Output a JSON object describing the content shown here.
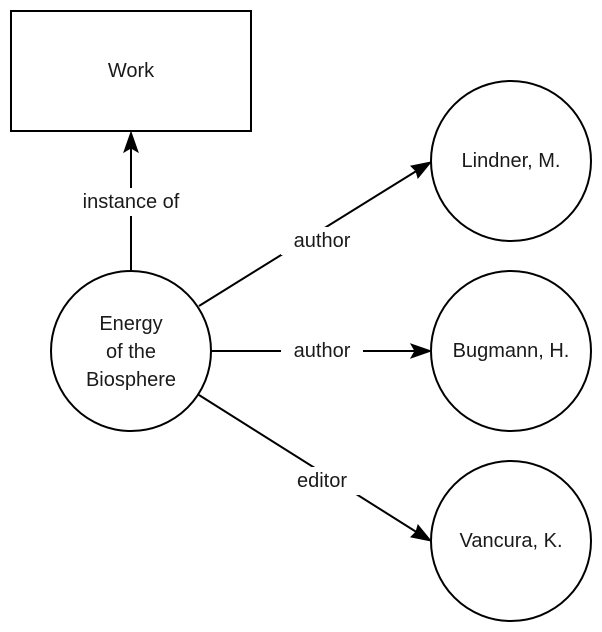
{
  "nodes": {
    "work": {
      "label": "Work",
      "shape": "rectangle"
    },
    "energy": {
      "label_lines": [
        "Energy",
        "of the",
        "Biosphere"
      ],
      "shape": "circle"
    },
    "lindner": {
      "label": "Lindner, M.",
      "shape": "circle"
    },
    "bugmann": {
      "label": "Bugmann, H.",
      "shape": "circle"
    },
    "vancura": {
      "label": "Vancura, K.",
      "shape": "circle"
    }
  },
  "edges": {
    "instance_of": {
      "label": "instance of",
      "from": "Energy of the Biosphere",
      "to": "Work"
    },
    "author_lindner": {
      "label": "author",
      "from": "Energy of the Biosphere",
      "to": "Lindner, M."
    },
    "author_bugmann": {
      "label": "author",
      "from": "Energy of the Biosphere",
      "to": "Bugmann, H."
    },
    "editor_vancura": {
      "label": "editor",
      "from": "Energy of the Biosphere",
      "to": "Vancura, K."
    }
  },
  "colors": {
    "stroke": "#000000",
    "text": "#1a1a1a",
    "background": "#ffffff"
  }
}
